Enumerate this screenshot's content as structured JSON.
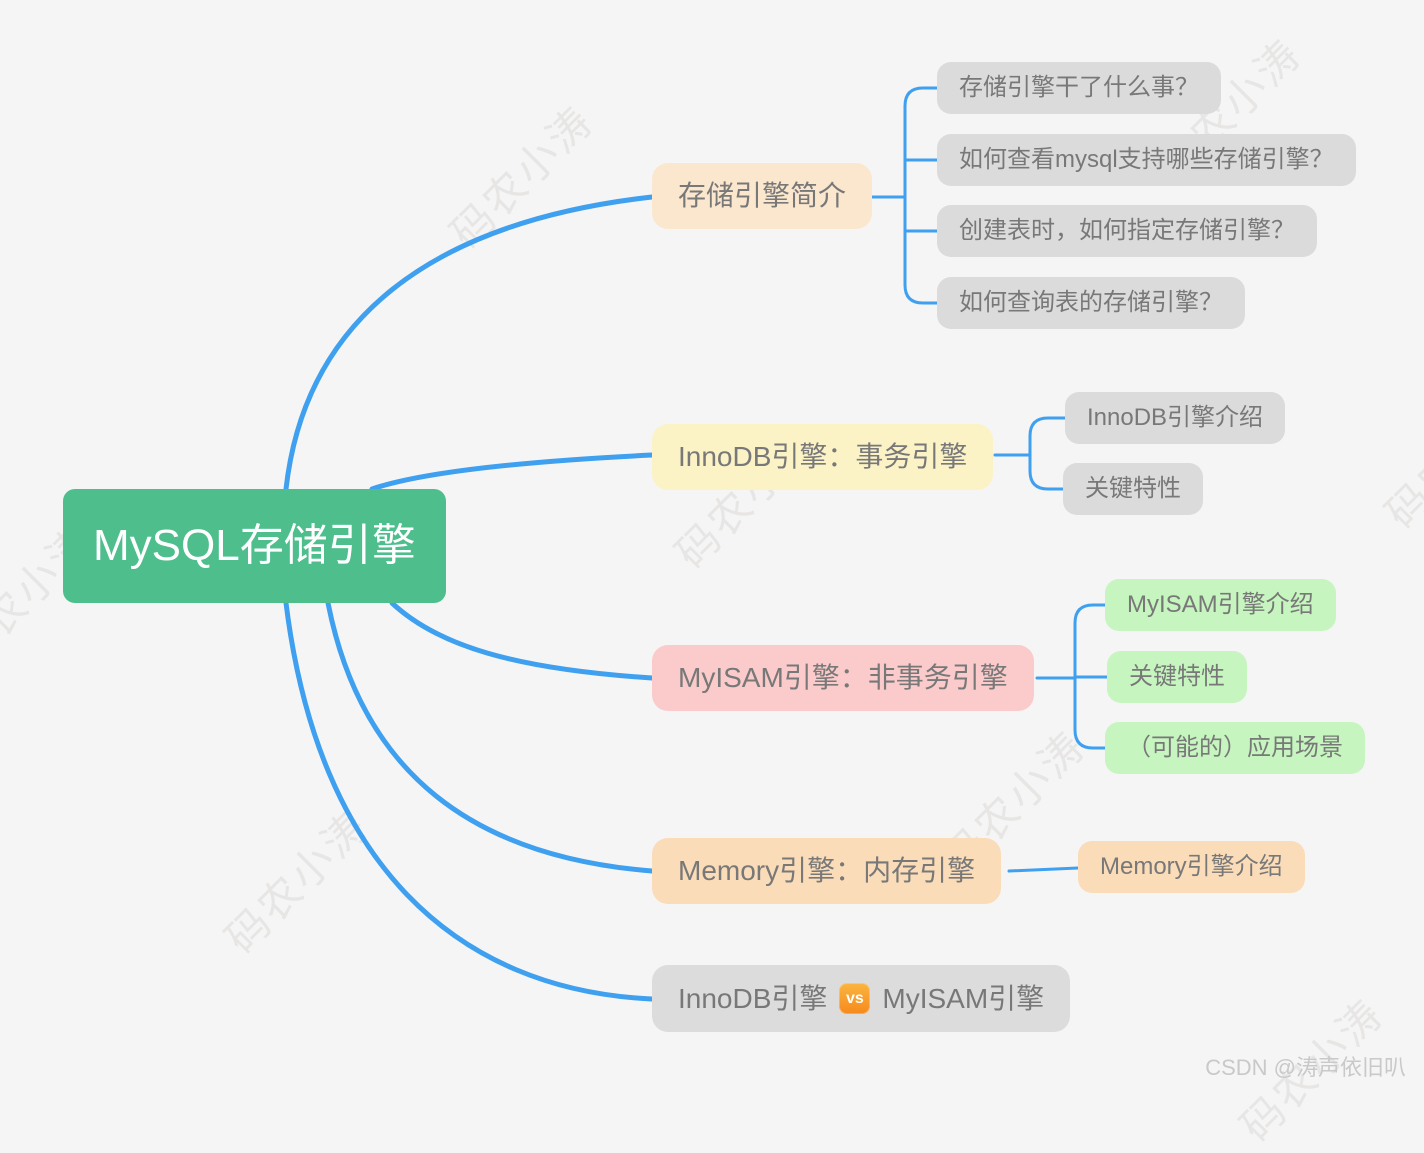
{
  "canvas": {
    "background": "#f5f5f5",
    "connector_color": "#3fa0f0"
  },
  "root": {
    "label": "MySQL存储引擎",
    "bg": "#4dbe8c",
    "text_color": "#ffffff"
  },
  "branches": [
    {
      "label": "存储引擎简介",
      "bg": "#fbe7ce",
      "children": [
        {
          "label": "存储引擎干了什么事？",
          "bg": "#dbdbdb"
        },
        {
          "label": "如何查看mysql支持哪些存储引擎？",
          "bg": "#dbdbdb"
        },
        {
          "label": "创建表时，如何指定存储引擎？",
          "bg": "#dbdbdb"
        },
        {
          "label": "如何查询表的存储引擎？",
          "bg": "#dbdbdb"
        }
      ]
    },
    {
      "label": "InnoDB引擎：事务引擎",
      "bg": "#fbf2c6",
      "children": [
        {
          "label": "InnoDB引擎介绍",
          "bg": "#dbdbdb"
        },
        {
          "label": "关键特性",
          "bg": "#dbdbdb"
        }
      ]
    },
    {
      "label": "MyISAM引擎：非事务引擎",
      "bg": "#facbca",
      "children": [
        {
          "label": "MyISAM引擎介绍",
          "bg": "#c6f5bf"
        },
        {
          "label": "关键特性",
          "bg": "#c6f5bf"
        },
        {
          "label": "（可能的）应用场景",
          "bg": "#c6f5bf"
        }
      ]
    },
    {
      "label": "Memory引擎：内存引擎",
      "bg": "#fbdcb8",
      "children": [
        {
          "label": "Memory引擎介绍",
          "bg": "#fbdcb8"
        }
      ]
    },
    {
      "label_left": "InnoDB引擎",
      "vs_badge": "vs",
      "label_right": "MyISAM引擎",
      "bg": "#dcdcdc"
    }
  ],
  "watermark": {
    "text": "码农小涛"
  },
  "credit": {
    "text": "CSDN @涛声依旧叭"
  }
}
